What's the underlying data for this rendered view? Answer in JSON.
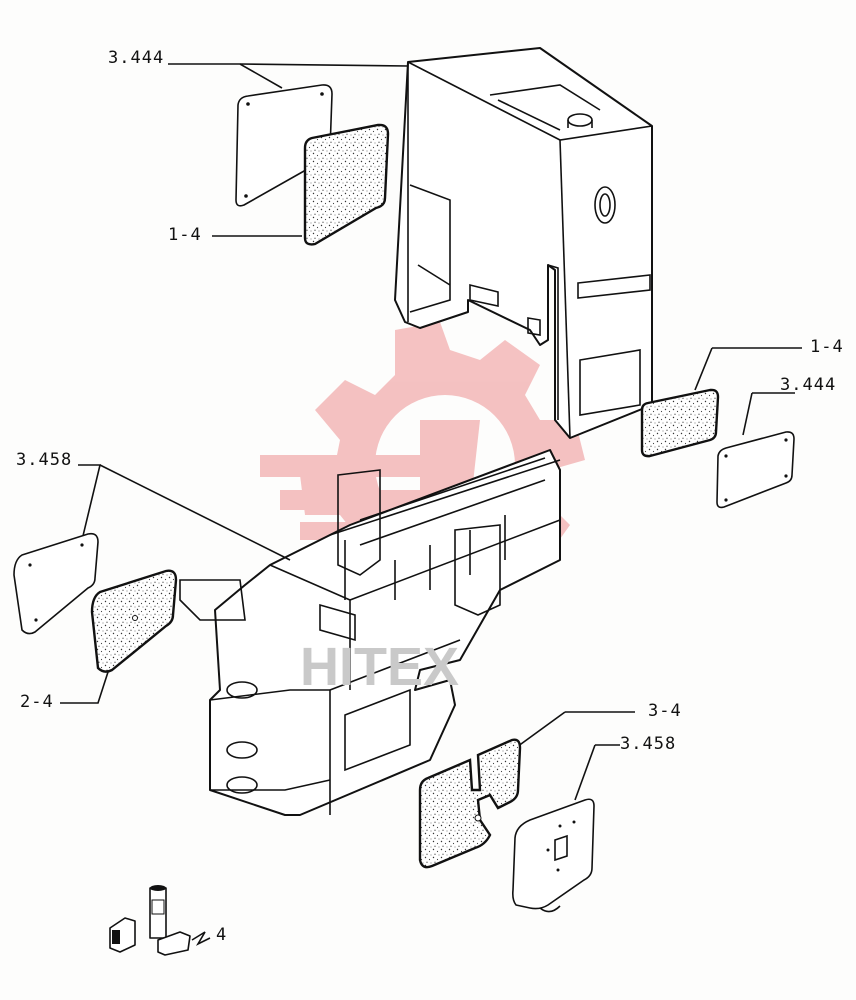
{
  "labels": {
    "upper_panel": "3.444",
    "upper_gasket": "1-4",
    "right_gasket": "1-4",
    "right_panel": "3.444",
    "left_panel": "3.458",
    "left_gasket": "2-4",
    "bottom_gasket": "3-4",
    "bottom_panel": "3.458",
    "adhesive_kit": "4"
  },
  "watermark": {
    "text": "HITEX",
    "color": "#f3b7b7"
  }
}
